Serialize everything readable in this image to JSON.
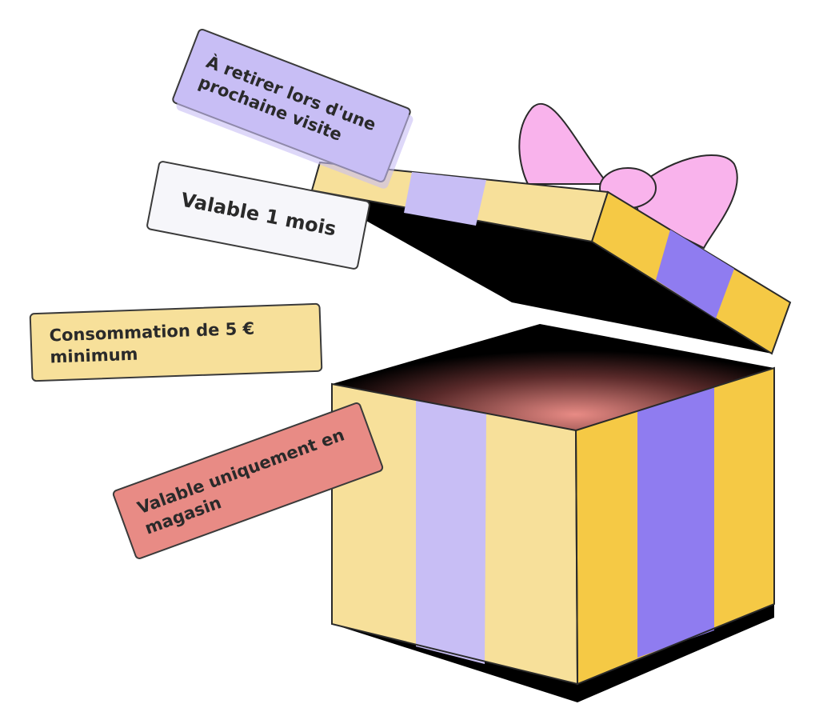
{
  "labels": {
    "pickup": "À retirer lors d'une prochaine visite",
    "validity": "Valable 1 mois",
    "minimum": "Consommation de 5 € minimum",
    "in_store": "Valable uniquement en magasin"
  },
  "colors": {
    "yellow_light": "#f7e09a",
    "yellow": "#f5c945",
    "lavender": "#c8bef5",
    "purple": "#8f7cf0",
    "pink": "#f9b3ec",
    "red": "#e88b85",
    "white_tag": "#f6f6fa",
    "outline": "#2a2a2a"
  }
}
